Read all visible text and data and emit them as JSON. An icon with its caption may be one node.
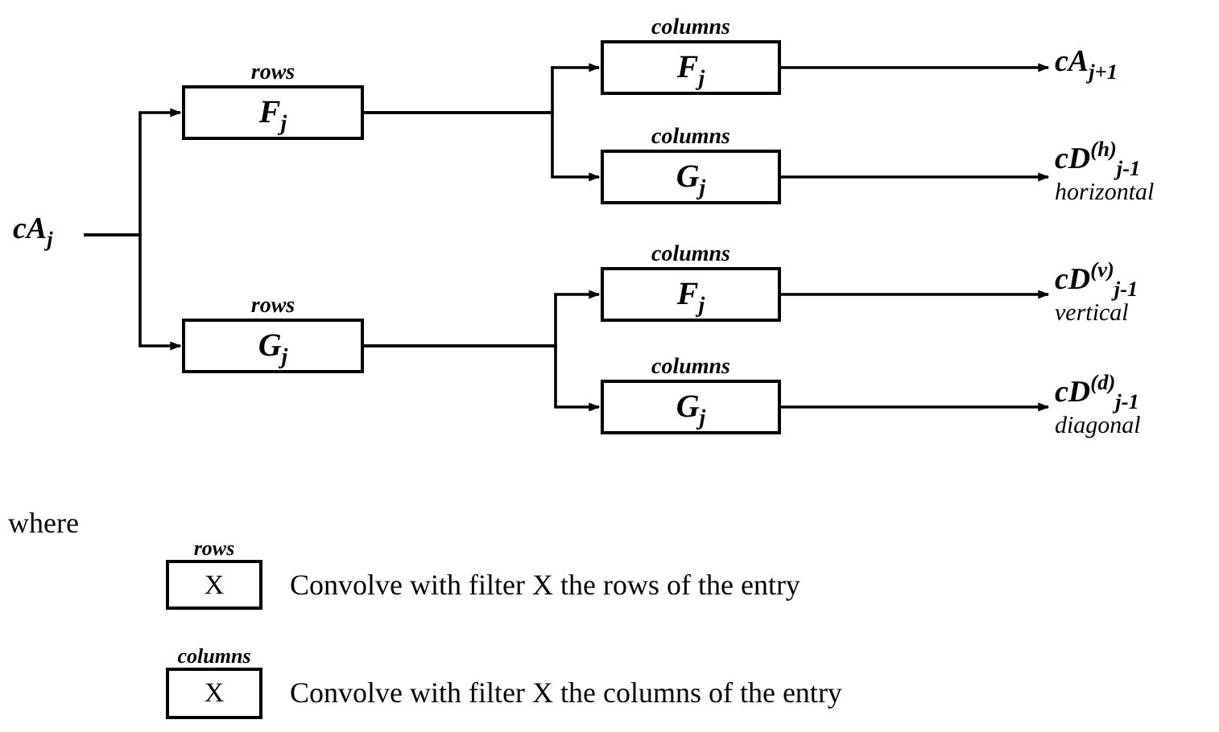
{
  "diagram": {
    "nodes": [
      {
        "text": [
          "cA$_{j}$"
        ]
      },
      {
        "text": [
          "rows",
          "F$_{j}$"
        ]
      },
      {
        "text": [
          "rows",
          "G$_{j}$"
        ]
      },
      {
        "text": [
          "columns",
          "F$_{j}$"
        ]
      },
      {
        "text": [
          "columns",
          "G$_{j}$"
        ]
      },
      {
        "text": [
          "columns",
          "F$_{j}$"
        ]
      },
      {
        "text": [
          "columns",
          "G$_{j}$"
        ]
      },
      {
        "text": [
          "cA$_{j+1}$"
        ]
      },
      {
        "text": [
          "cD$^{(h)}$$_{j-1}$",
          "horizontal"
        ]
      },
      {
        "text": [
          "cD$^{(v)}$$_{j-1}$",
          "vertical"
        ]
      },
      {
        "text": [
          "cD$^{(d)}$$_{j-1}$",
          "diagonal"
        ]
      },
      {
        "text": [
          "rows",
          "X"
        ],
        "beside": [
          "Convolve with filter X the rows of the entry"
        ]
      },
      {
        "text": [
          "columns",
          "X"
        ],
        "beside": [
          "Convolve with filter X the columns of the entry"
        ]
      }
    ],
    "edges": [
      {
        "from": 0,
        "to": 1,
        "arrow": "to"
      },
      {
        "from": 0,
        "to": 2,
        "arrow": "to"
      },
      {
        "from": 1,
        "to": 3,
        "arrow": "to"
      },
      {
        "from": 1,
        "to": 4,
        "arrow": "to"
      },
      {
        "from": 2,
        "to": 5,
        "arrow": "to"
      },
      {
        "from": 2,
        "to": 6,
        "arrow": "to"
      },
      {
        "from": 3,
        "to": 7,
        "arrow": "to"
      },
      {
        "from": 4,
        "to": 8,
        "arrow": "to"
      },
      {
        "from": 5,
        "to": 9,
        "arrow": "to"
      },
      {
        "from": 6,
        "to": 10,
        "arrow": "to"
      }
    ],
    "labels": [
      "where"
    ]
  }
}
